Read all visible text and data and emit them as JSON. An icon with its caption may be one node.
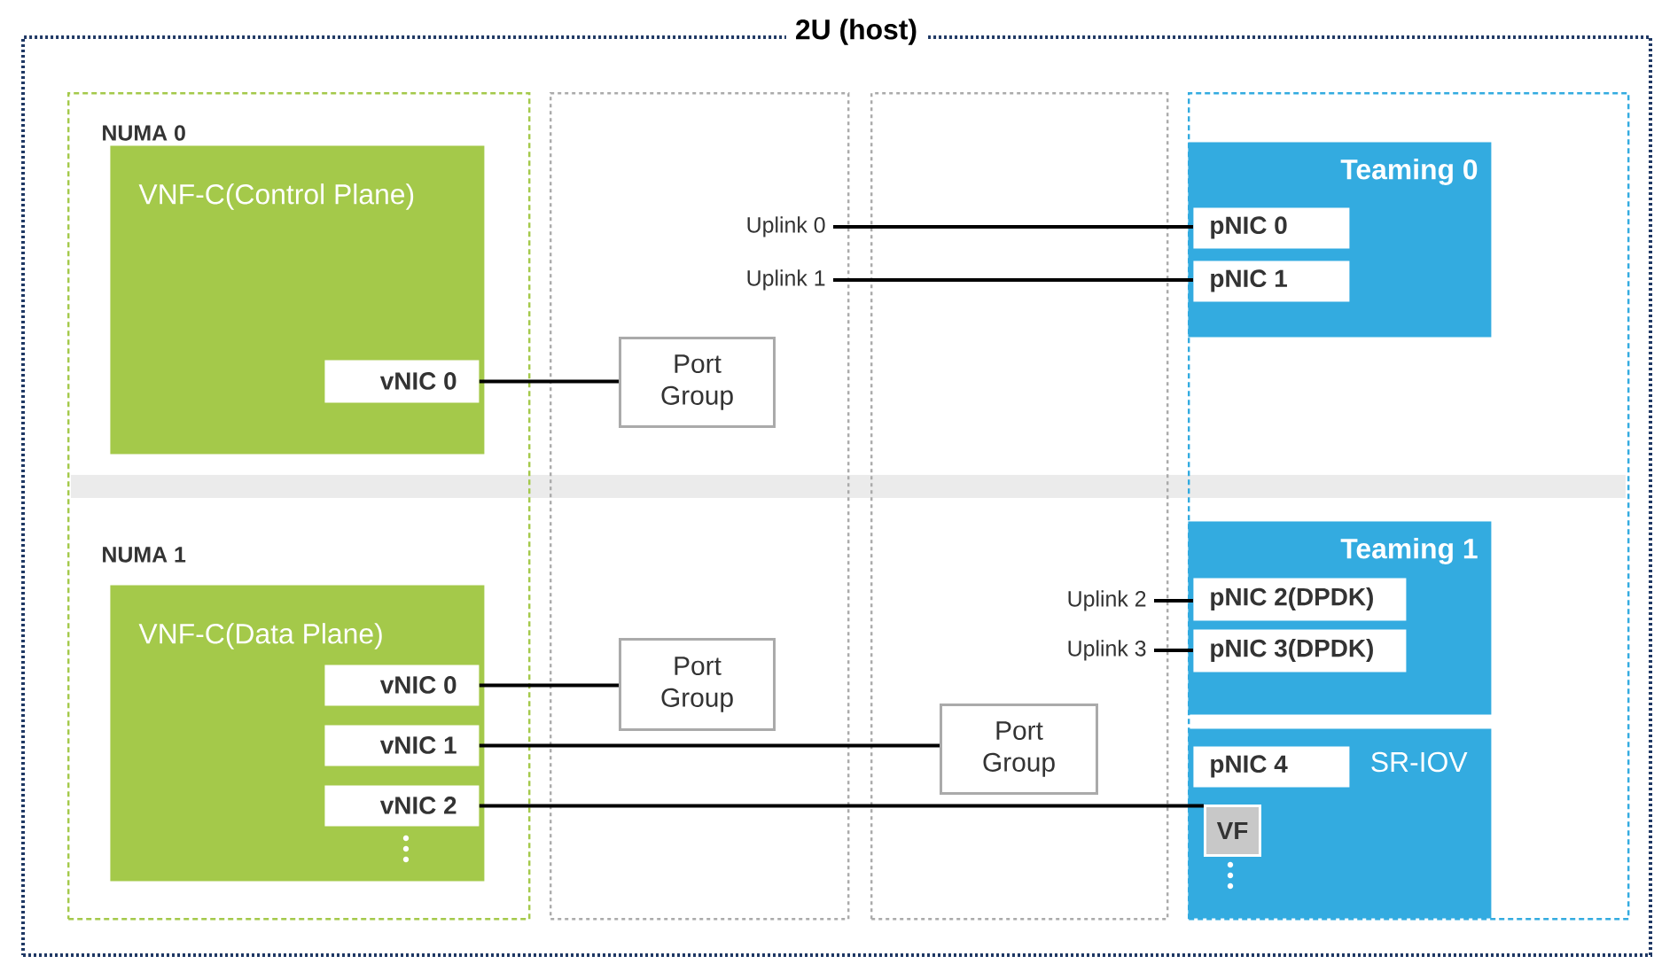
{
  "diagram": {
    "nodes": [
      {
        "text": [
          "2U (host)"
        ]
      },
      {
        "text": [],
        "shape": "box",
        "in": 0
      },
      {
        "text": [
          "VNF-C(Control Plane)"
        ],
        "in": 1
      },
      {
        "text": [
          "vNIC 0"
        ],
        "in": 2
      },
      {
        "text": [
          "VNF-C(Data Plane)"
        ],
        "in": 1
      },
      {
        "text": [
          "vNIC 0"
        ],
        "in": 4
      },
      {
        "text": [
          "vNIC 1"
        ],
        "in": 4
      },
      {
        "text": [
          "vNIC 2"
        ],
        "in": 4
      },
      {
        "text": [],
        "shape": "box",
        "in": 0
      },
      {
        "text": [
          "Port Group"
        ],
        "in": 8
      },
      {
        "text": [
          "Port Group"
        ],
        "in": 8
      },
      {
        "text": [],
        "shape": "box",
        "in": 0
      },
      {
        "text": [
          "Port Group"
        ],
        "in": 11
      },
      {
        "text": [],
        "shape": "box",
        "in": 0
      },
      {
        "text": [
          "Teaming 0"
        ],
        "in": 13
      },
      {
        "text": [
          "pNIC 0"
        ],
        "in": 14
      },
      {
        "text": [
          "pNIC 1"
        ],
        "in": 14
      },
      {
        "text": [
          "Teaming 1"
        ],
        "in": 13
      },
      {
        "text": [
          "pNIC 2(DPDK)"
        ],
        "in": 17
      },
      {
        "text": [
          "pNIC 3(DPDK)"
        ],
        "in": 17
      },
      {
        "text": [
          "SR-IOV"
        ],
        "in": 13
      },
      {
        "text": [
          "pNIC 4"
        ],
        "in": 20
      },
      {
        "text": [
          "VF"
        ],
        "in": 20
      },
      {
        "text": [
          "Uplink 0"
        ],
        "in": 8
      },
      {
        "text": [
          "Uplink 1"
        ],
        "in": 8
      },
      {
        "text": [
          "Uplink 2"
        ],
        "in": 11
      },
      {
        "text": [
          "Uplink 3"
        ],
        "in": 11
      }
    ],
    "edges": [
      {
        "from": 3,
        "to": 9,
        "arrow": "none"
      },
      {
        "from": 5,
        "to": 10,
        "arrow": "none"
      },
      {
        "from": 6,
        "to": 12,
        "arrow": "none"
      },
      {
        "from": 7,
        "to": 22,
        "arrow": "none"
      },
      {
        "from": 23,
        "to": 15,
        "arrow": "none"
      },
      {
        "from": 24,
        "to": 16,
        "arrow": "none"
      },
      {
        "from": 25,
        "to": 18,
        "arrow": "none"
      },
      {
        "from": 26,
        "to": 19,
        "arrow": "none"
      }
    ],
    "labels": [
      "NUMA 0",
      "NUMA 1"
    ]
  }
}
